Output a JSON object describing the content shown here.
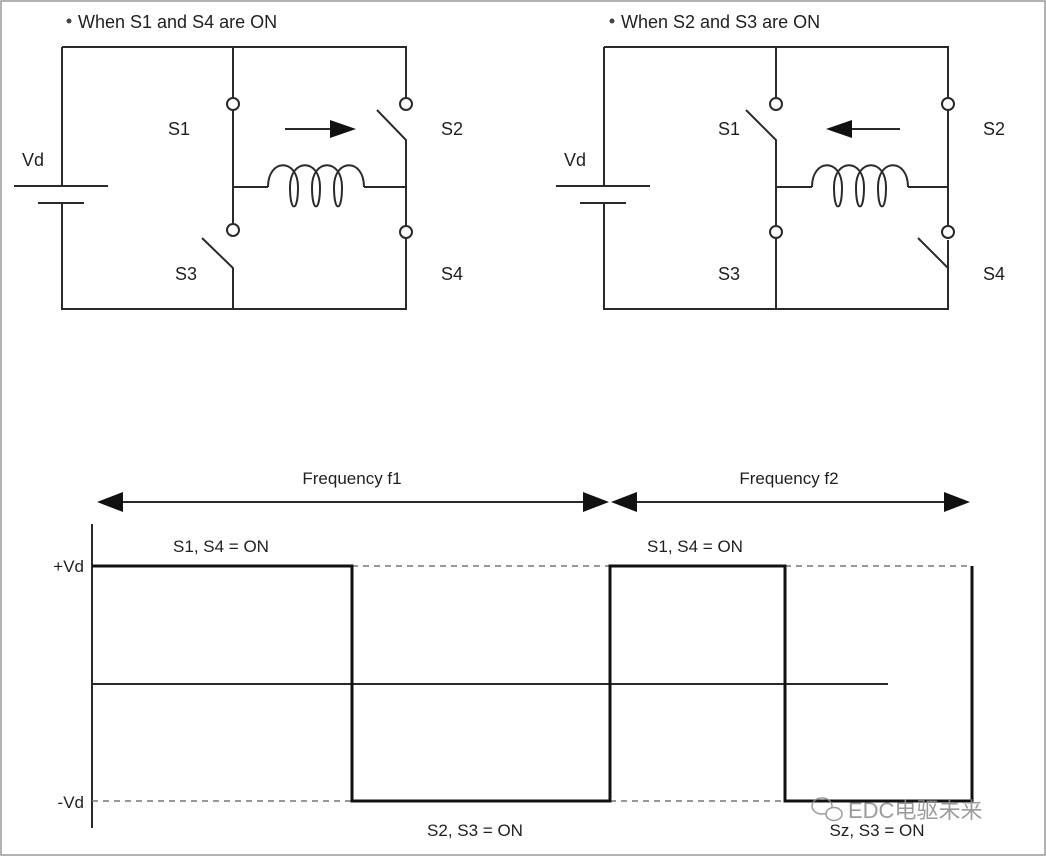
{
  "circuit_left": {
    "caption": "When S1 and S4 are ON",
    "vd_label": "Vd",
    "s1": "S1",
    "s2": "S2",
    "s3": "S3",
    "s4": "S4"
  },
  "circuit_right": {
    "caption": "When S2 and S3 are ON",
    "vd_label": "Vd",
    "s1": "S1",
    "s2": "S2",
    "s3": "S3",
    "s4": "S4"
  },
  "waveform": {
    "freq1": "Frequency f1",
    "freq2": "Frequency f2",
    "plus_vd": "+Vd",
    "minus_vd": "-Vd",
    "state_s1s4_a": "S1, S4 = ON",
    "state_s1s4_b": "S1, S4 = ON",
    "state_s2s3_a": "S2, S3 = ON",
    "state_s2s3_b": "Sz, S3 = ON"
  },
  "watermark": {
    "text": "EDC电驱未来"
  }
}
